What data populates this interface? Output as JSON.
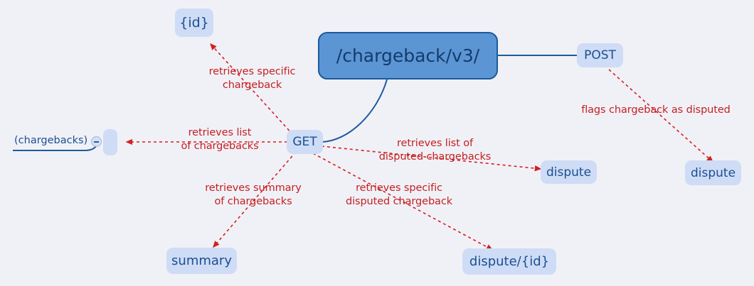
{
  "diagram": {
    "type": "api-endpoint-mindmap",
    "background_color": "#f0f1f7",
    "node_fill": "#cfdcf6",
    "node_border": "#1a559a8",
    "root_fill": "#5b95d4",
    "annotation_color": "#c42121",
    "edge_color": "#1f5a9c"
  },
  "nodes": {
    "root": {
      "label": "/chargeback/v3/"
    },
    "post": {
      "label": "POST"
    },
    "get": {
      "label": "GET"
    },
    "id": {
      "label": "{id}"
    },
    "summary": {
      "label": "summary"
    },
    "dispute_list": {
      "label": "dispute"
    },
    "dispute_id": {
      "label": "dispute/{id}"
    },
    "dispute_post": {
      "label": "dispute"
    },
    "chargebacks_collapsed": {
      "label": "(chargebacks)"
    }
  },
  "annotations": {
    "retrieves_specific_chargeback": "retrieves specific\nchargeback",
    "retrieves_list_of_chargebacks": "retrieves list\nof chargebacks",
    "retrieves_list_of_disputed_chargebacks": "retrieves list of\ndisputed chargebacks",
    "retrieves_summary_of_chargebacks": "retrieves summary\nof chargebacks",
    "retrieves_specific_disputed_chargeback": "retrieves specific\ndisputed chargeback",
    "flags_chargeback_as_disputed": "flags chargeback as disputed"
  }
}
